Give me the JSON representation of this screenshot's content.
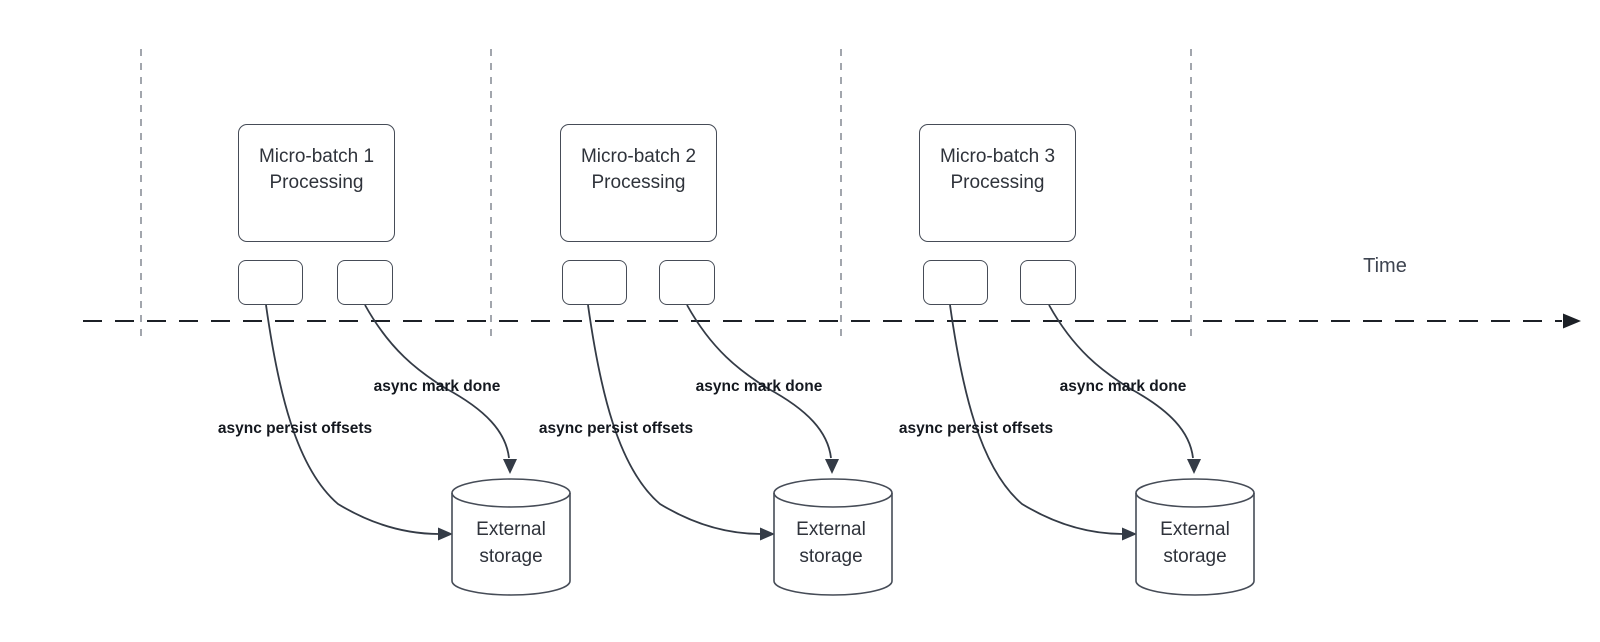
{
  "diagram": {
    "time_axis": {
      "label": "Time"
    },
    "batches": [
      {
        "title": "Micro-batch 1",
        "subtitle": "Processing",
        "persist_label": "async persist offsets",
        "done_label": "async mark done",
        "storage_label": "External storage"
      },
      {
        "title": "Micro-batch 2",
        "subtitle": "Processing",
        "persist_label": "async persist offsets",
        "done_label": "async mark done",
        "storage_label": "External storage"
      },
      {
        "title": "Micro-batch 3",
        "subtitle": "Processing",
        "persist_label": "async persist offsets",
        "done_label": "async mark done",
        "storage_label": "External storage"
      }
    ],
    "colors": {
      "edge": "#343b46",
      "node_border": "#464c57",
      "guide_line": "#a2a6ad",
      "timeline": "#1c2026",
      "node_text": "#2f333b",
      "label_text": "#14181f",
      "background": "#ffffff"
    }
  }
}
